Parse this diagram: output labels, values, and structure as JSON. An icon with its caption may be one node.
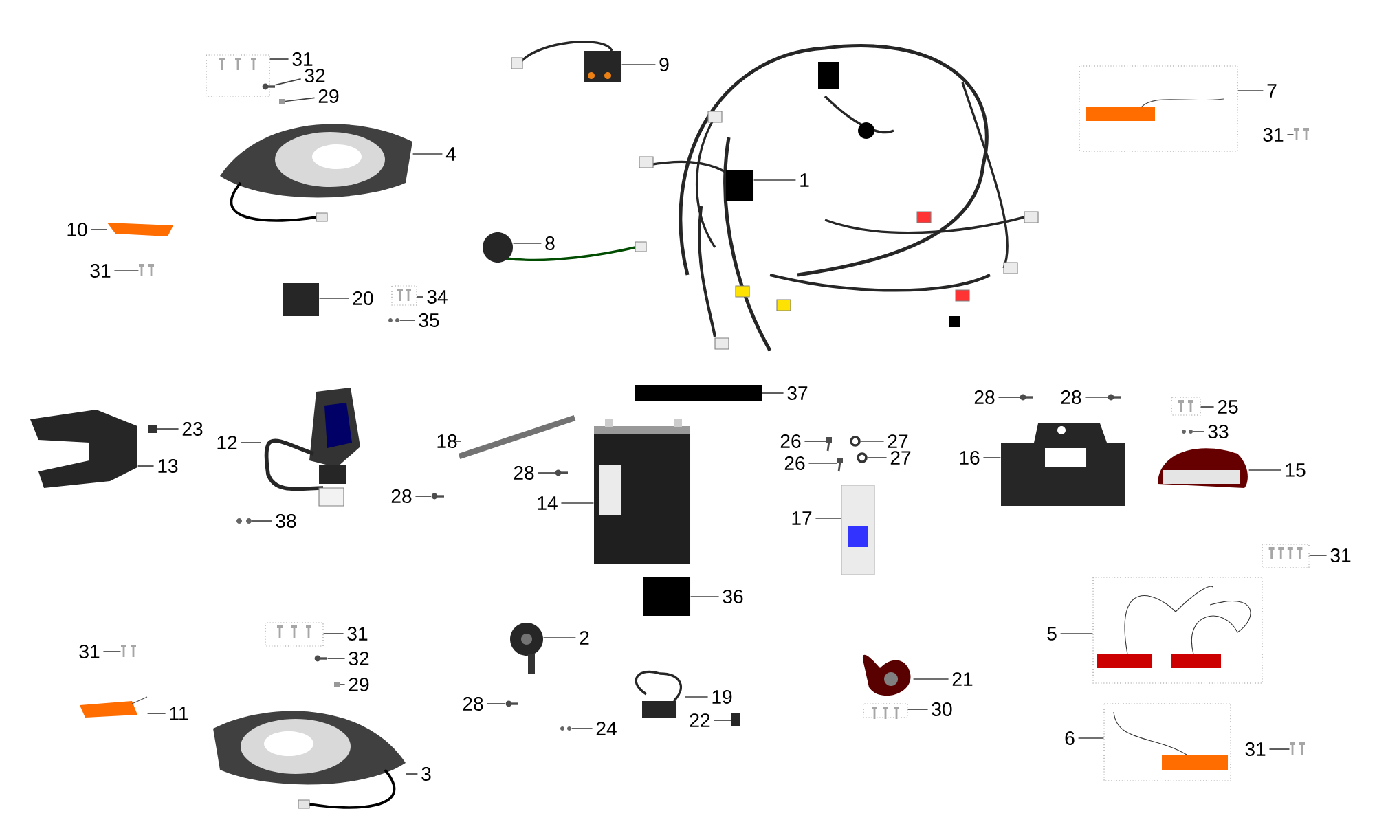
{
  "diagram": {
    "nodes": [
      {
        "text": [
          "31"
        ]
      },
      {
        "text": [
          "9"
        ]
      },
      {
        "text": [
          "32"
        ]
      },
      {
        "text": [
          "29"
        ]
      },
      {
        "text": [
          "7"
        ]
      },
      {
        "text": [
          "31"
        ]
      },
      {
        "text": [
          "1"
        ]
      },
      {
        "text": [
          "4"
        ]
      },
      {
        "text": [
          "10"
        ]
      },
      {
        "text": [
          "8"
        ]
      },
      {
        "text": [
          "31"
        ]
      },
      {
        "text": [
          "20"
        ]
      },
      {
        "text": [
          "34"
        ]
      },
      {
        "text": [
          "35"
        ]
      },
      {
        "text": [
          "37"
        ]
      },
      {
        "text": [
          "28"
        ]
      },
      {
        "text": [
          "28"
        ]
      },
      {
        "text": [
          "25"
        ]
      },
      {
        "text": [
          "23"
        ]
      },
      {
        "text": [
          "26"
        ]
      },
      {
        "text": [
          "27"
        ]
      },
      {
        "text": [
          "18"
        ]
      },
      {
        "text": [
          "33"
        ]
      },
      {
        "text": [
          "12"
        ]
      },
      {
        "text": [
          "28"
        ]
      },
      {
        "text": [
          "26"
        ]
      },
      {
        "text": [
          "27"
        ]
      },
      {
        "text": [
          "16"
        ]
      },
      {
        "text": [
          "15"
        ]
      },
      {
        "text": [
          "13"
        ]
      },
      {
        "text": [
          "28"
        ]
      },
      {
        "text": [
          "38"
        ]
      },
      {
        "text": [
          "14"
        ]
      },
      {
        "text": [
          "17"
        ]
      },
      {
        "text": [
          "31"
        ]
      },
      {
        "text": [
          "36"
        ]
      },
      {
        "text": [
          "5"
        ]
      },
      {
        "text": [
          "2"
        ]
      },
      {
        "text": [
          "31"
        ]
      },
      {
        "text": [
          "31"
        ]
      },
      {
        "text": [
          "32"
        ]
      },
      {
        "text": [
          "29"
        ]
      },
      {
        "text": [
          "19"
        ]
      },
      {
        "text": [
          "21"
        ]
      },
      {
        "text": [
          "11"
        ]
      },
      {
        "text": [
          "28"
        ]
      },
      {
        "text": [
          "30"
        ]
      },
      {
        "text": [
          "22"
        ]
      },
      {
        "text": [
          "24"
        ]
      },
      {
        "text": [
          "6"
        ]
      },
      {
        "text": [
          "31"
        ]
      },
      {
        "text": [
          "3"
        ]
      },
      {
        "text": [],
        "shape": "picture"
      },
      {
        "text": [],
        "shape": "picture"
      },
      {
        "text": [],
        "shape": "picture"
      },
      {
        "text": [],
        "shape": "box"
      },
      {
        "text": [],
        "shape": "picture"
      },
      {
        "text": [],
        "shape": "picture"
      },
      {
        "text": [],
        "shape": "box"
      },
      {
        "text": [],
        "shape": "picture"
      },
      {
        "text": [],
        "shape": "picture"
      },
      {
        "text": [],
        "shape": "circle"
      },
      {
        "text": [],
        "shape": "picture"
      },
      {
        "text": [],
        "shape": "box"
      },
      {
        "text": [],
        "shape": "picture"
      },
      {
        "text": [],
        "shape": "picture"
      },
      {
        "text": [],
        "shape": "box"
      },
      {
        "text": [],
        "shape": "picture"
      },
      {
        "text": [],
        "shape": "picture"
      },
      {
        "text": [],
        "shape": "picture"
      },
      {
        "text": [],
        "shape": "box"
      },
      {
        "text": [],
        "shape": "picture"
      },
      {
        "text": [],
        "shape": "circle"
      },
      {
        "text": [],
        "shape": "picture"
      },
      {
        "text": [],
        "shape": "picture"
      },
      {
        "text": [],
        "shape": "picture"
      },
      {
        "text": [],
        "shape": "picture"
      },
      {
        "text": [],
        "shape": "picture"
      },
      {
        "text": [],
        "shape": "circle"
      },
      {
        "text": [],
        "shape": "picture"
      },
      {
        "text": [],
        "shape": "picture"
      },
      {
        "text": [],
        "shape": "picture"
      },
      {
        "text": [],
        "shape": "picture"
      },
      {
        "text": [],
        "shape": "picture"
      },
      {
        "text": [],
        "shape": "picture"
      },
      {
        "text": [],
        "shape": "picture"
      },
      {
        "text": [],
        "shape": "picture"
      },
      {
        "text": [],
        "shape": "box"
      },
      {
        "text": [],
        "shape": "picture"
      },
      {
        "text": [],
        "shape": "picture"
      },
      {
        "text": [],
        "shape": "picture"
      },
      {
        "text": [],
        "shape": "picture"
      },
      {
        "text": [],
        "shape": "picture"
      },
      {
        "text": [],
        "shape": "box"
      },
      {
        "text": [],
        "shape": "picture"
      },
      {
        "text": [],
        "shape": "picture"
      },
      {
        "text": [],
        "shape": "picture"
      },
      {
        "text": [],
        "shape": "picture"
      },
      {
        "text": [],
        "shape": "picture"
      },
      {
        "text": [],
        "shape": "box"
      },
      {
        "text": [],
        "shape": "picture"
      },
      {
        "text": [],
        "shape": "picture"
      },
      {
        "text": [],
        "shape": "picture"
      },
      {
        "text": [],
        "shape": "picture"
      }
    ],
    "edges": [
      {
        "from": 0,
        "to": 52,
        "arrow": "none"
      },
      {
        "from": 1,
        "to": 53,
        "arrow": "none"
      },
      {
        "from": 2,
        "to": 54,
        "arrow": "none"
      },
      {
        "from": 3,
        "to": 55,
        "arrow": "none"
      },
      {
        "from": 4,
        "to": 56,
        "arrow": "none"
      },
      {
        "from": 5,
        "to": 57,
        "arrow": "none"
      },
      {
        "from": 6,
        "to": 58,
        "arrow": "none"
      },
      {
        "from": 7,
        "to": 59,
        "arrow": "none"
      },
      {
        "from": 8,
        "to": 60,
        "arrow": "none"
      },
      {
        "from": 9,
        "to": 61,
        "arrow": "none"
      },
      {
        "from": 10,
        "to": 62,
        "arrow": "none"
      },
      {
        "from": 11,
        "to": 63,
        "arrow": "none"
      },
      {
        "from": 12,
        "to": 64,
        "arrow": "none"
      },
      {
        "from": 13,
        "to": 65,
        "arrow": "none"
      },
      {
        "from": 14,
        "to": 66,
        "arrow": "none"
      },
      {
        "from": 15,
        "to": 67,
        "arrow": "none"
      },
      {
        "from": 16,
        "to": 68,
        "arrow": "none"
      },
      {
        "from": 17,
        "to": 69,
        "arrow": "none"
      },
      {
        "from": 18,
        "to": 70,
        "arrow": "none"
      },
      {
        "from": 19,
        "to": 71,
        "arrow": "none"
      },
      {
        "from": 20,
        "to": 72,
        "arrow": "none"
      },
      {
        "from": 21,
        "to": 73,
        "arrow": "none"
      },
      {
        "from": 22,
        "to": 74,
        "arrow": "none"
      },
      {
        "from": 23,
        "to": 75,
        "arrow": "none"
      },
      {
        "from": 24,
        "to": 76,
        "arrow": "none"
      },
      {
        "from": 25,
        "to": 77,
        "arrow": "none"
      },
      {
        "from": 26,
        "to": 78,
        "arrow": "none"
      },
      {
        "from": 27,
        "to": 79,
        "arrow": "none"
      },
      {
        "from": 28,
        "to": 80,
        "arrow": "none"
      },
      {
        "from": 29,
        "to": 81,
        "arrow": "none"
      },
      {
        "from": 30,
        "to": 82,
        "arrow": "none"
      },
      {
        "from": 31,
        "to": 83,
        "arrow": "none"
      },
      {
        "from": 32,
        "to": 84,
        "arrow": "none"
      },
      {
        "from": 33,
        "to": 85,
        "arrow": "none"
      },
      {
        "from": 34,
        "to": 86,
        "arrow": "none"
      },
      {
        "from": 35,
        "to": 87,
        "arrow": "none"
      },
      {
        "from": 36,
        "to": 88,
        "arrow": "none"
      },
      {
        "from": 37,
        "to": 89,
        "arrow": "none"
      },
      {
        "from": 38,
        "to": 90,
        "arrow": "none"
      },
      {
        "from": 39,
        "to": 91,
        "arrow": "none"
      },
      {
        "from": 40,
        "to": 92,
        "arrow": "none"
      },
      {
        "from": 41,
        "to": 93,
        "arrow": "none"
      },
      {
        "from": 42,
        "to": 94,
        "arrow": "none"
      },
      {
        "from": 43,
        "to": 95,
        "arrow": "none"
      },
      {
        "from": 44,
        "to": 96,
        "arrow": "none"
      },
      {
        "from": 45,
        "to": 97,
        "arrow": "none"
      },
      {
        "from": 46,
        "to": 98,
        "arrow": "none"
      },
      {
        "from": 47,
        "to": 99,
        "arrow": "none"
      },
      {
        "from": 48,
        "to": 100,
        "arrow": "none"
      },
      {
        "from": 49,
        "to": 101,
        "arrow": "none"
      },
      {
        "from": 50,
        "to": 102,
        "arrow": "none"
      },
      {
        "from": 51,
        "to": 103,
        "arrow": "none"
      }
    ]
  }
}
